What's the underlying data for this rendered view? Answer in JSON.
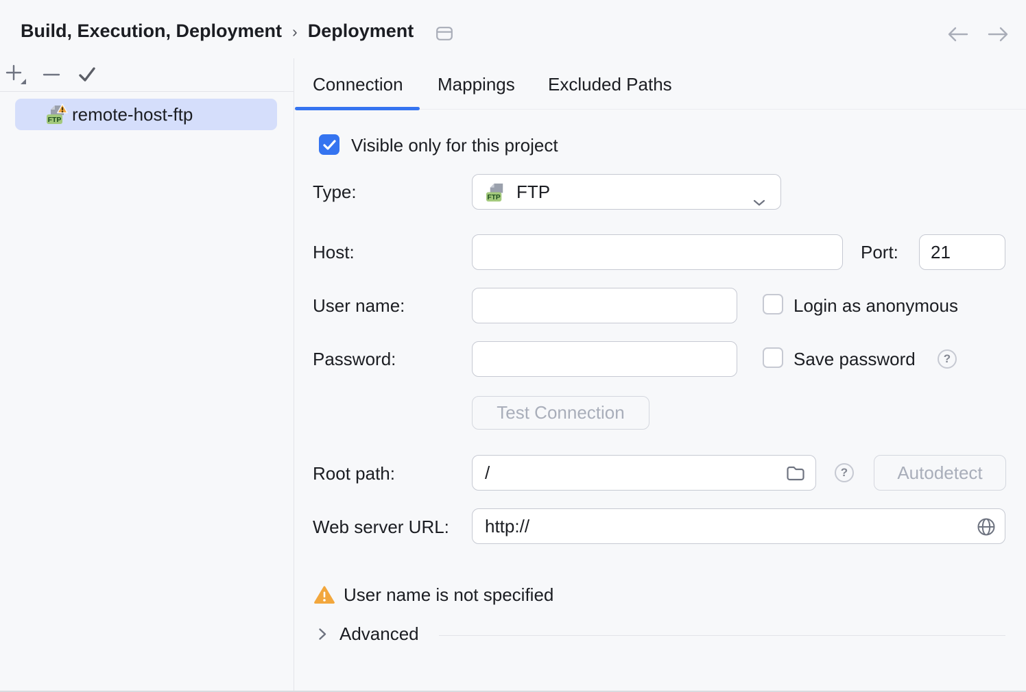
{
  "header": {
    "breadcrumbs": [
      "Build, Execution, Deployment",
      "Deployment"
    ],
    "separator": "›"
  },
  "sidebar": {
    "servers": [
      {
        "name": "remote-host-ftp",
        "selected": true,
        "icon": "ftp-server-warning-icon"
      }
    ]
  },
  "tabs": [
    {
      "label": "Connection",
      "active": true
    },
    {
      "label": "Mappings",
      "active": false
    },
    {
      "label": "Excluded Paths",
      "active": false
    }
  ],
  "connection_form": {
    "visible_only_project": {
      "label": "Visible only for this project",
      "checked": true
    },
    "type": {
      "label": "Type:",
      "value": "FTP"
    },
    "host": {
      "label": "Host:",
      "value": ""
    },
    "port": {
      "label": "Port:",
      "value": "21"
    },
    "user_name": {
      "label": "User name:",
      "value": ""
    },
    "login_as_anonymous": {
      "label": "Login as anonymous",
      "checked": false
    },
    "password": {
      "label": "Password:",
      "value": ""
    },
    "save_password": {
      "label": "Save password",
      "checked": false
    },
    "test_connection_button": {
      "label": "Test Connection",
      "enabled": false
    },
    "root_path": {
      "label": "Root path:",
      "value": "/"
    },
    "autodetect_button": {
      "label": "Autodetect",
      "enabled": false
    },
    "web_server_url": {
      "label": "Web server URL:",
      "value": "http://"
    }
  },
  "warning": {
    "message": "User name is not specified"
  },
  "advanced_section": {
    "label": "Advanced",
    "expanded": false
  },
  "icons": {
    "add": "+",
    "remove": "−",
    "apply": "✓",
    "back-arrow": "←",
    "forward-arrow": "→",
    "breadcrumb-separator": "›",
    "chevron-down": "⌄",
    "chevron-right": "›",
    "help": "?",
    "folder": "outline-folder-shape",
    "globe": "circle-with-meridians",
    "warning": "orange-triangle-exclamation",
    "ftp-badge": "green-FTP-document"
  },
  "colors": {
    "accent_blue": "#3574f0",
    "selection_background": "#d5defb",
    "warning_orange": "#f2a73d",
    "ftp_badge_green": "#a3c97c",
    "panel_background": "#f7f8fa"
  }
}
